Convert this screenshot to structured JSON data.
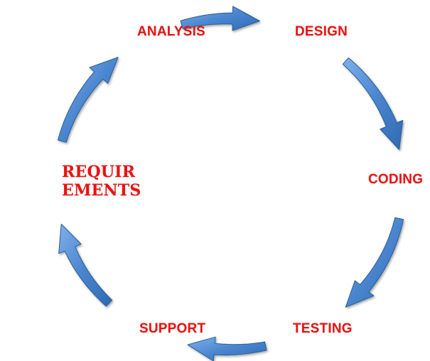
{
  "diagram": {
    "type": "cycle",
    "colors": {
      "label": "#ee1111",
      "arrow_fill": "#4a86cf",
      "arrow_stroke": "#2a5d99"
    },
    "stages": [
      {
        "id": "analysis",
        "label": "ANALYSIS"
      },
      {
        "id": "design",
        "label": "DESIGN"
      },
      {
        "id": "coding",
        "label": "CODING"
      },
      {
        "id": "testing",
        "label": "TESTING"
      },
      {
        "id": "support",
        "label": "SUPPORT"
      },
      {
        "id": "requirements",
        "label_line1": "REQUIR",
        "label_line2": "EMENTS"
      }
    ]
  }
}
